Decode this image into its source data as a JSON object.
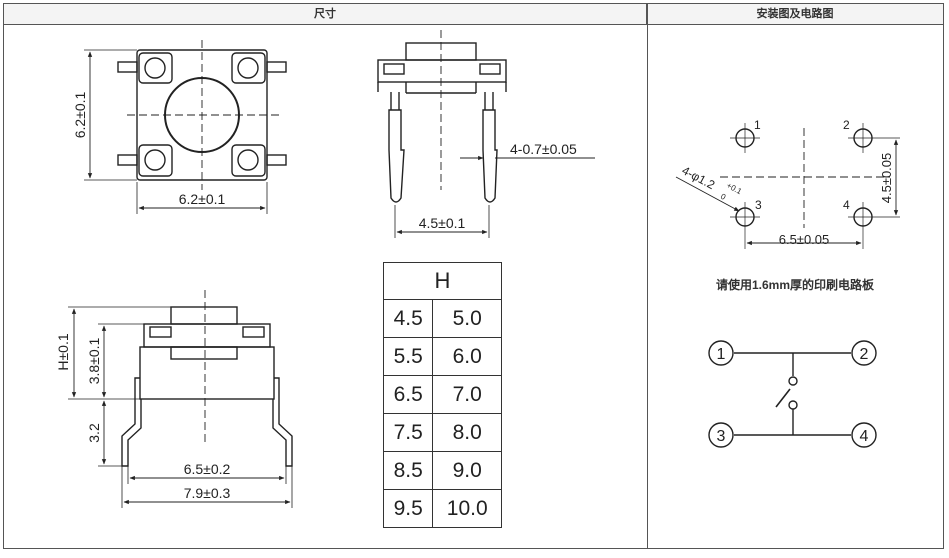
{
  "headers": {
    "dimensions": "尺寸",
    "mounting": "安装图及电路图"
  },
  "top_view": {
    "height_label": "6.2±0.1",
    "width_label": "6.2±0.1"
  },
  "side_view": {
    "pin_label": "4-0.7±0.05",
    "pitch_label": "4.5±0.1"
  },
  "front_view": {
    "h_label": "H±0.1",
    "body_label": "3.8±0.1",
    "pin_label": "3.2",
    "inner_label": "6.5±0.2",
    "outer_label": "7.9±0.3"
  },
  "height_table": {
    "header": "H",
    "rows": [
      [
        "4.5",
        "5.0"
      ],
      [
        "5.5",
        "6.0"
      ],
      [
        "6.5",
        "7.0"
      ],
      [
        "7.5",
        "8.0"
      ],
      [
        "8.5",
        "9.0"
      ],
      [
        "9.5",
        "10.0"
      ]
    ]
  },
  "footprint": {
    "hole_label": "4-φ1.2",
    "tol_plus": "+0.1",
    "tol_minus": "0",
    "pins": [
      "1",
      "2",
      "3",
      "4"
    ],
    "h_dim": "6.5±0.05",
    "v_dim": "4.5±0.05"
  },
  "pcb_note": "请使用1.6mm厚的印刷电路板",
  "circuit": {
    "terminals": [
      "1",
      "2",
      "3",
      "4"
    ]
  }
}
